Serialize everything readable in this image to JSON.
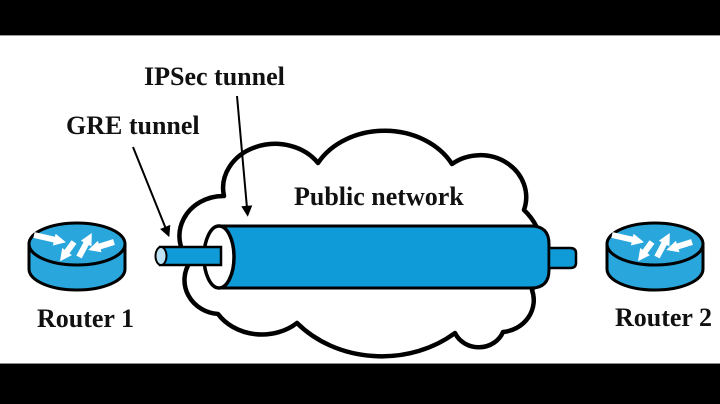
{
  "scene": {
    "description": "Network diagram of a GRE tunnel encapsulated inside an IPSec tunnel across a public network between two routers",
    "labels": {
      "ipsec_tunnel": "IPSec tunnel",
      "gre_tunnel": "GRE tunnel",
      "public_network": "Public network",
      "router1": "Router 1",
      "router2": "Router 2"
    },
    "icons": {
      "cloud": "cloud-shape",
      "big_cylinder": "ipsec-tunnel-cylinder",
      "small_tube": "gre-tunnel-tube",
      "routers": "cisco-router-icon",
      "pointers": "down-arrow"
    }
  },
  "colors": {
    "tunnel_blue": "#0f9ad8",
    "router_blue": "#29a7dc",
    "tube_cap_blue": "#bfe3f5",
    "outline": "#000000",
    "background": "#ffffff",
    "letterbox": "#000000"
  }
}
